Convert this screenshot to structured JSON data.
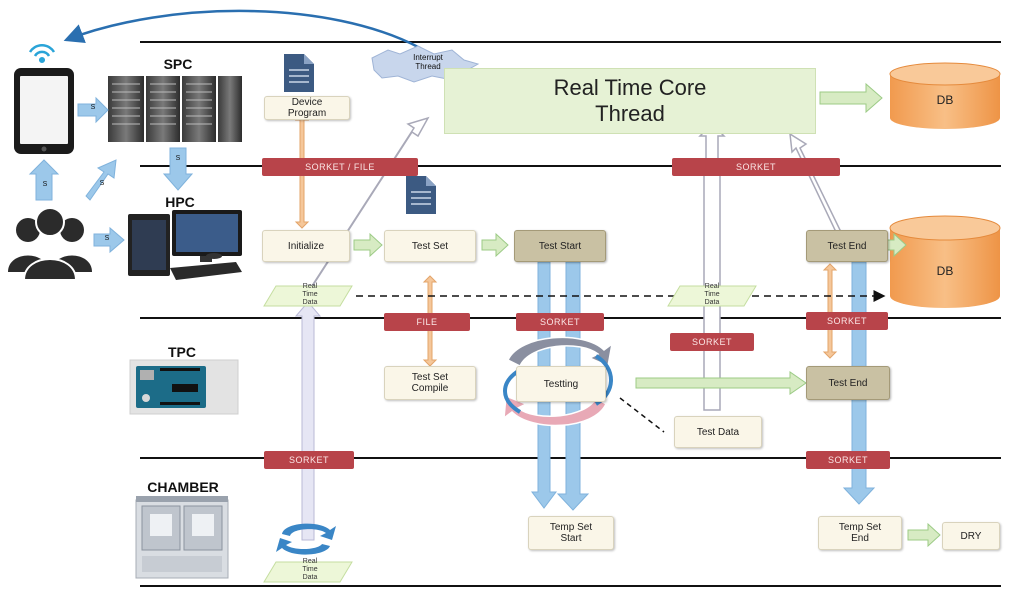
{
  "lanes": {
    "spc": "SPC",
    "hpc": "HPC",
    "tpc": "TPC",
    "chamber": "CHAMBER"
  },
  "arrow_labels": {
    "s1": "S",
    "s2": "S",
    "s3": "S",
    "s4": "S",
    "s5": "S"
  },
  "top": {
    "interrupt_line1": "Interrupt",
    "interrupt_line2": "Thread",
    "core_line1": "Real Time Core",
    "core_line2": "Thread",
    "db1": "DB",
    "db2": "DB"
  },
  "boxes": {
    "device_program_1": "Device",
    "device_program_2": "Program",
    "initialize": "Initialize",
    "test_set": "Test Set",
    "test_start": "Test Start",
    "test_end_hpc": "Test End",
    "test_set_compile_1": "Test Set",
    "test_set_compile_2": "Compile",
    "testing": "Testting",
    "test_end_tpc": "Test End",
    "test_data": "Test Data",
    "temp_set_start_1": "Temp Set",
    "temp_set_start_2": "Start",
    "temp_set_end_1": "Temp Set",
    "temp_set_end_2": "End",
    "dry": "DRY"
  },
  "tags": {
    "sorket_file": "SORKET / FILE",
    "sorket_top_right": "SORKET",
    "file": "FILE",
    "sorket_mid": "SORKET",
    "sorket_right_mid": "SORKET",
    "sorket_testdata": "SORKET",
    "sorket_chamber_left": "SORKET",
    "sorket_chamber_right": "SORKET"
  },
  "real_time_data": {
    "line1": "Real",
    "line2": "Time",
    "line3": "Data"
  },
  "colors": {
    "tag_red": "#b8444a",
    "blue_arrow": "#9cc8ea",
    "orange_arrow": "#f5c79a",
    "core_green": "#e6f2d5",
    "db_orange": "#f5ad6a",
    "dark_box": "#c9c1a3"
  }
}
